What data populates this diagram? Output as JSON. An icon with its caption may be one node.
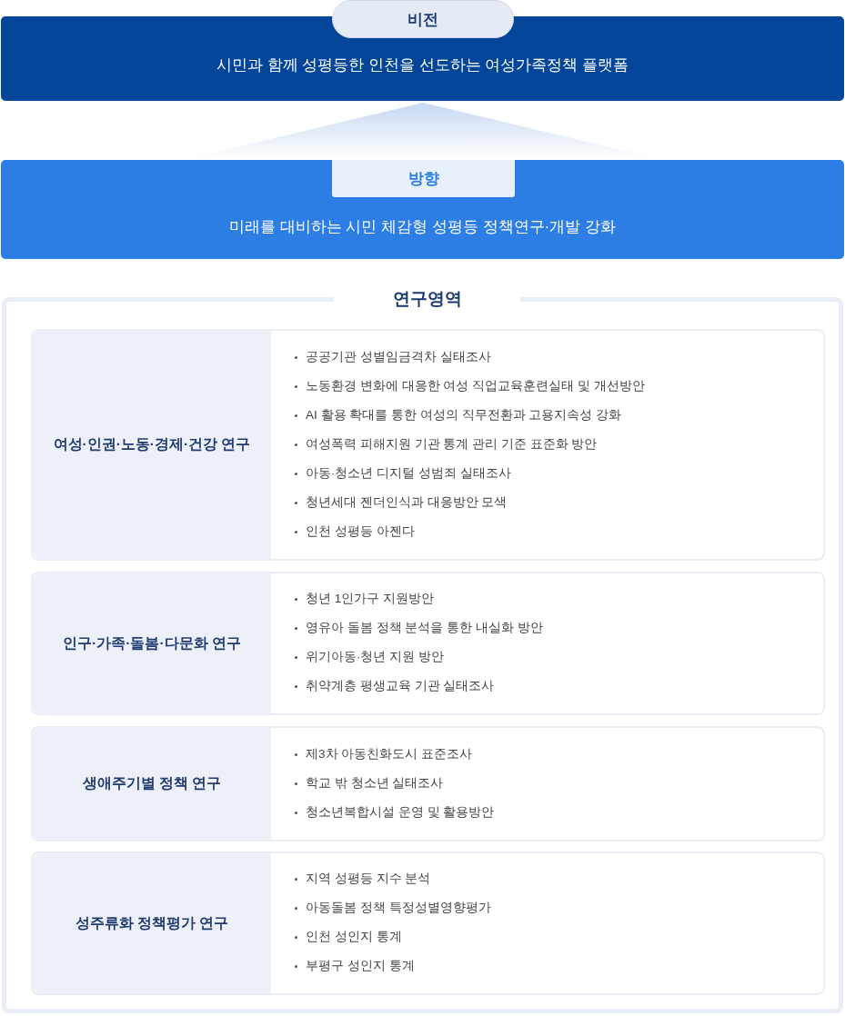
{
  "diagram": {
    "nodes": [
      {
        "text": [
          "시민과 함께 성평등한 인천을 선도하는 여성가족정책 플랫폼"
        ]
      },
      {
        "text": [
          "비전"
        ]
      },
      {
        "text": [
          "미래를 대비하는 시민 체감형 성평등 정책연구·개발 강화"
        ]
      },
      {
        "text": [
          "방향"
        ],
        "in": 2
      },
      {
        "text": [
          "연구영역"
        ]
      },
      {
        "text": [
          "여성·인권·노동·경제·건강 연구",
          "공공기관 성별임금격차 실태조사",
          "노동환경 변화에 대응한 여성 직업교육훈련실태 및 개선방안",
          "AI 활용 확대를 통한 여성의 직무전환과 고용지속성 강화",
          "여성폭력 피해지원 기관 통계 관리 기준 표준화 방안",
          "아동·청소년 디지털 성범죄 실태조사",
          "청년세대 젠더인식과 대응방안 모색",
          "인천 성평등 아젠다"
        ],
        "in": 4
      },
      {
        "text": [
          "인구·가족·돌봄·다문화 연구",
          "청년 1인가구 지원방안",
          "영유아 돌봄 정책 분석을 통한 내실화 방안",
          "위기아동·청년 지원 방안",
          "취약계층 평생교육 기관 실태조사"
        ],
        "in": 4
      },
      {
        "text": [
          "생애주기별 정책 연구",
          "제3차 아동친화도시 표준조사",
          "학교 밖 청소년 실태조사",
          "청소년복합시설 운영 및 활용방안"
        ],
        "in": 4
      },
      {
        "text": [
          "성주류화 정책평가 연구",
          "지역 성평등 지수 분석",
          "아동돌봄 정책 특정성별영향평가",
          "인천 성인지 통계",
          "부평구 성인지 통계"
        ],
        "in": 4
      }
    ],
    "edges": [
      {
        "from": 2,
        "to": 0,
        "arrow": "to"
      }
    ]
  }
}
